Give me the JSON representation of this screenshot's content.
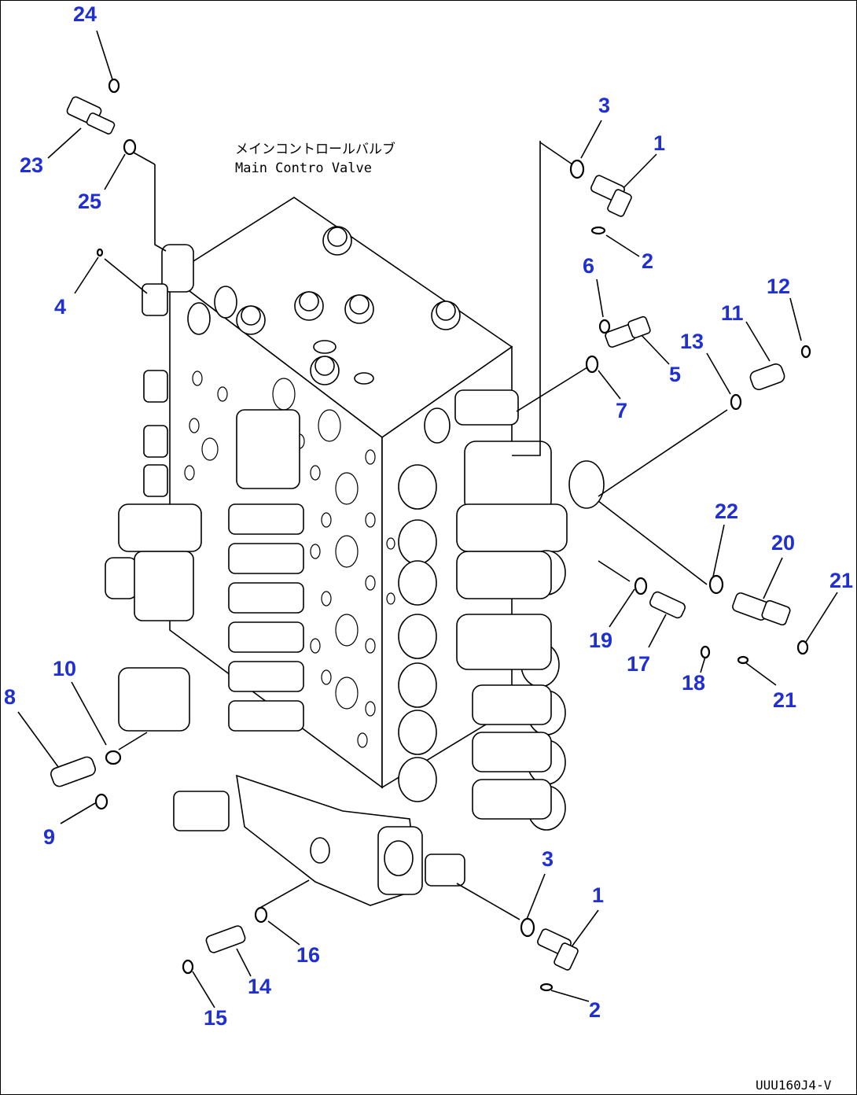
{
  "diagram": {
    "caption_jp": "メインコントロールバルブ",
    "caption_en": "Main Contro  Valve",
    "drawing_code": "UUU160J4-V",
    "callout_color": "#1f2fd2",
    "callouts": [
      {
        "id": "c24",
        "label": "24"
      },
      {
        "id": "c23",
        "label": "23"
      },
      {
        "id": "c25",
        "label": "25"
      },
      {
        "id": "c4",
        "label": "4"
      },
      {
        "id": "c3a",
        "label": "3"
      },
      {
        "id": "c1a",
        "label": "1"
      },
      {
        "id": "c2a",
        "label": "2"
      },
      {
        "id": "c6",
        "label": "6"
      },
      {
        "id": "c5",
        "label": "5"
      },
      {
        "id": "c7",
        "label": "7"
      },
      {
        "id": "c12",
        "label": "12"
      },
      {
        "id": "c11",
        "label": "11"
      },
      {
        "id": "c13",
        "label": "13"
      },
      {
        "id": "c22",
        "label": "22"
      },
      {
        "id": "c20",
        "label": "20"
      },
      {
        "id": "c21a",
        "label": "21"
      },
      {
        "id": "c19",
        "label": "19"
      },
      {
        "id": "c17",
        "label": "17"
      },
      {
        "id": "c18",
        "label": "18"
      },
      {
        "id": "c21b",
        "label": "21"
      },
      {
        "id": "c10",
        "label": "10"
      },
      {
        "id": "c8",
        "label": "8"
      },
      {
        "id": "c9",
        "label": "9"
      },
      {
        "id": "c3b",
        "label": "3"
      },
      {
        "id": "c1b",
        "label": "1"
      },
      {
        "id": "c16",
        "label": "16"
      },
      {
        "id": "c14",
        "label": "14"
      },
      {
        "id": "c15",
        "label": "15"
      },
      {
        "id": "c2b",
        "label": "2"
      }
    ]
  }
}
